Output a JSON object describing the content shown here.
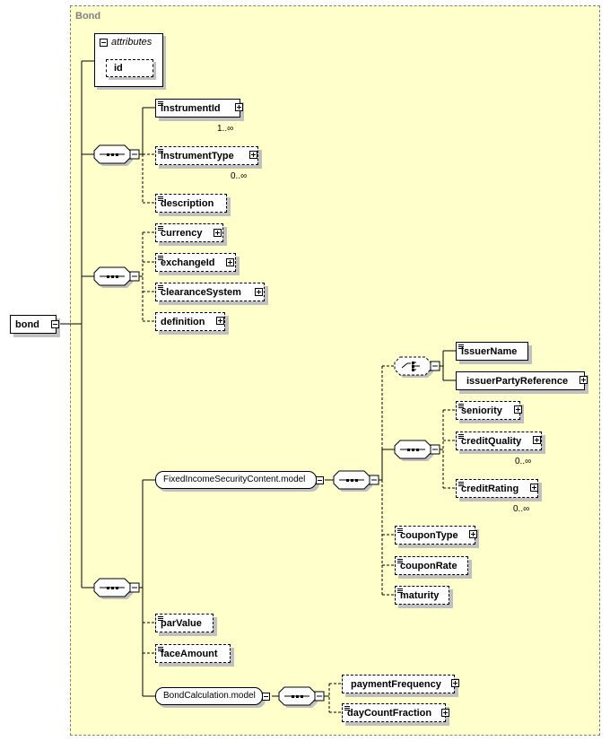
{
  "diagram": {
    "title": "Bond",
    "root": {
      "name": "bond"
    },
    "attributes": {
      "label": "attributes",
      "items": [
        {
          "name": "id",
          "optional": true
        }
      ]
    },
    "sequence1": [
      {
        "name": "instrumentId",
        "optional": false,
        "cardinality": "1..∞",
        "expandable": true,
        "documented": true
      },
      {
        "name": "instrumentType",
        "optional": true,
        "cardinality": "0..∞",
        "expandable": true,
        "documented": true
      },
      {
        "name": "description",
        "optional": true,
        "expandable": false,
        "documented": true
      }
    ],
    "sequence2": [
      {
        "name": "currency",
        "optional": true,
        "expandable": true,
        "documented": true
      },
      {
        "name": "exchangeId",
        "optional": true,
        "expandable": true,
        "documented": true
      },
      {
        "name": "clearanceSystem",
        "optional": true,
        "expandable": true,
        "documented": true
      },
      {
        "name": "definition",
        "optional": true,
        "expandable": true,
        "documented": false
      }
    ],
    "fixedIncomeModel": {
      "name": "FixedIncomeSecurityContent.model",
      "choice": [
        {
          "name": "issuerName",
          "documented": true,
          "expandable": false
        },
        {
          "name": "issuerPartyReference",
          "documented": false,
          "expandable": true
        }
      ],
      "innerSequence": [
        {
          "name": "seniority",
          "optional": true,
          "expandable": true,
          "documented": true
        },
        {
          "name": "creditQuality",
          "optional": true,
          "cardinality": "0..∞",
          "expandable": true,
          "documented": true
        },
        {
          "name": "creditRating",
          "optional": true,
          "cardinality": "0..∞",
          "expandable": true,
          "documented": true
        }
      ],
      "tail": [
        {
          "name": "couponType",
          "optional": true,
          "expandable": true,
          "documented": true
        },
        {
          "name": "couponRate",
          "optional": true,
          "expandable": false,
          "documented": true
        },
        {
          "name": "maturity",
          "optional": true,
          "expandable": false,
          "documented": true
        }
      ]
    },
    "sequence3": [
      {
        "name": "parValue",
        "optional": true,
        "documented": true
      },
      {
        "name": "faceAmount",
        "optional": true,
        "documented": true
      }
    ],
    "bondCalculationModel": {
      "name": "BondCalculation.model",
      "items": [
        {
          "name": "paymentFrequency",
          "optional": true,
          "expandable": true,
          "documented": false
        },
        {
          "name": "dayCountFraction",
          "optional": true,
          "expandable": true,
          "documented": true
        }
      ]
    }
  }
}
